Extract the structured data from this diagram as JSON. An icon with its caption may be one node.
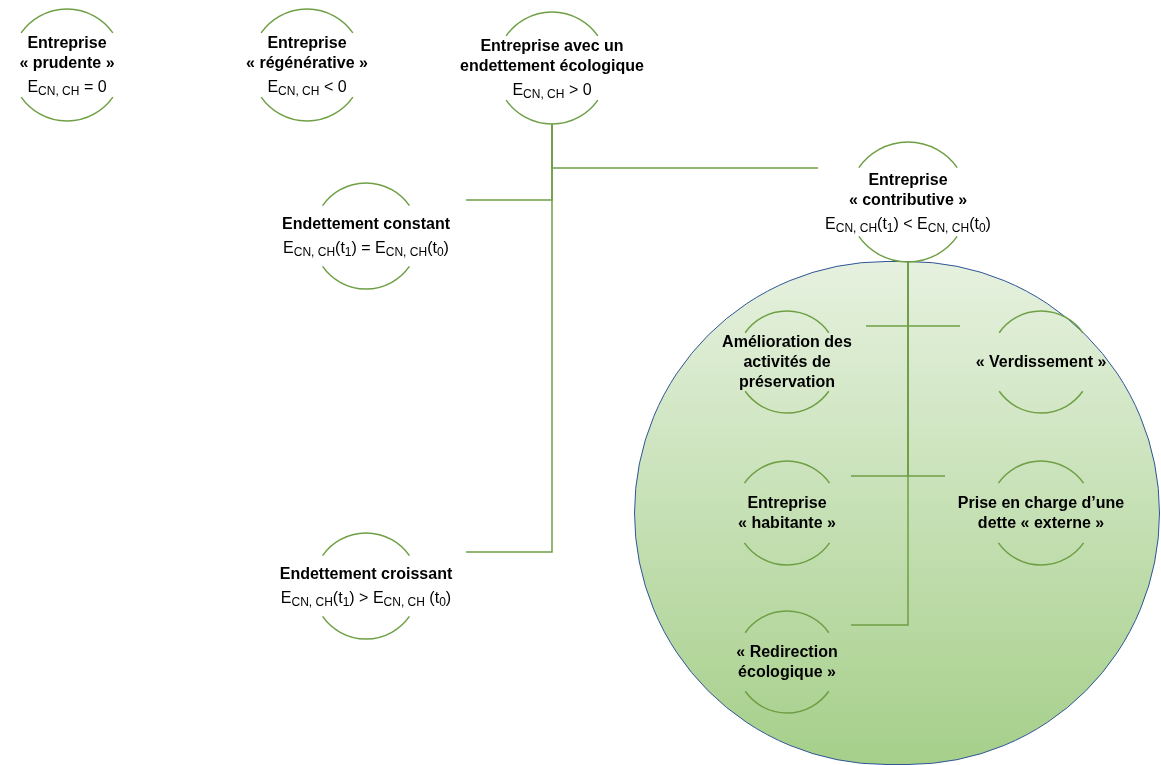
{
  "diagram": {
    "nodes": [
      {
        "text": [
          "Entreprise « prudente »",
          "E$_{CN, CH}$ = 0"
        ]
      },
      {
        "text": [
          "Entreprise « régénérative »",
          "E$_{CN, CH}$ < 0"
        ]
      },
      {
        "text": [
          "Entreprise avec un endettement écologique",
          "E$_{CN, CH}$ > 0"
        ]
      },
      {
        "text": [
          "Endettement constant",
          "E$_{CN, CH}$(t$_{1}$) = E$_{CN, CH}$(t$_{0}$)"
        ]
      },
      {
        "text": [
          "Endettement croissant",
          "E$_{CN, CH}$(t$_{1}$) > E$_{CN, CH}$ (t$_{0}$)"
        ]
      },
      {
        "text": [
          "Entreprise « contributive »",
          "E$_{CN, CH}$(t$_{1}$) < E$_{CN, CH}$(t$_{0}$)"
        ]
      },
      {
        "text": [],
        "shape": "circle"
      },
      {
        "text": [
          "Amélioration des activités de préservation"
        ],
        "in": 6
      },
      {
        "text": [
          "« Verdissement »"
        ],
        "in": 6
      },
      {
        "text": [
          "Entreprise « habitante »"
        ],
        "in": 6
      },
      {
        "text": [
          "Prise en charge d’une dette « externe »"
        ],
        "in": 6
      },
      {
        "text": [
          "« Redirection écologique »"
        ],
        "in": 6
      }
    ],
    "edges": [
      {
        "from": 2,
        "to": 3,
        "arrow": "none"
      },
      {
        "from": 2,
        "to": 4,
        "arrow": "none"
      },
      {
        "from": 2,
        "to": 5,
        "arrow": "none"
      },
      {
        "from": 5,
        "to": 7,
        "arrow": "none"
      },
      {
        "from": 5,
        "to": 8,
        "arrow": "none"
      },
      {
        "from": 5,
        "to": 9,
        "arrow": "none"
      },
      {
        "from": 5,
        "to": 10,
        "arrow": "none"
      },
      {
        "from": 5,
        "to": 11,
        "arrow": "none"
      }
    ]
  }
}
